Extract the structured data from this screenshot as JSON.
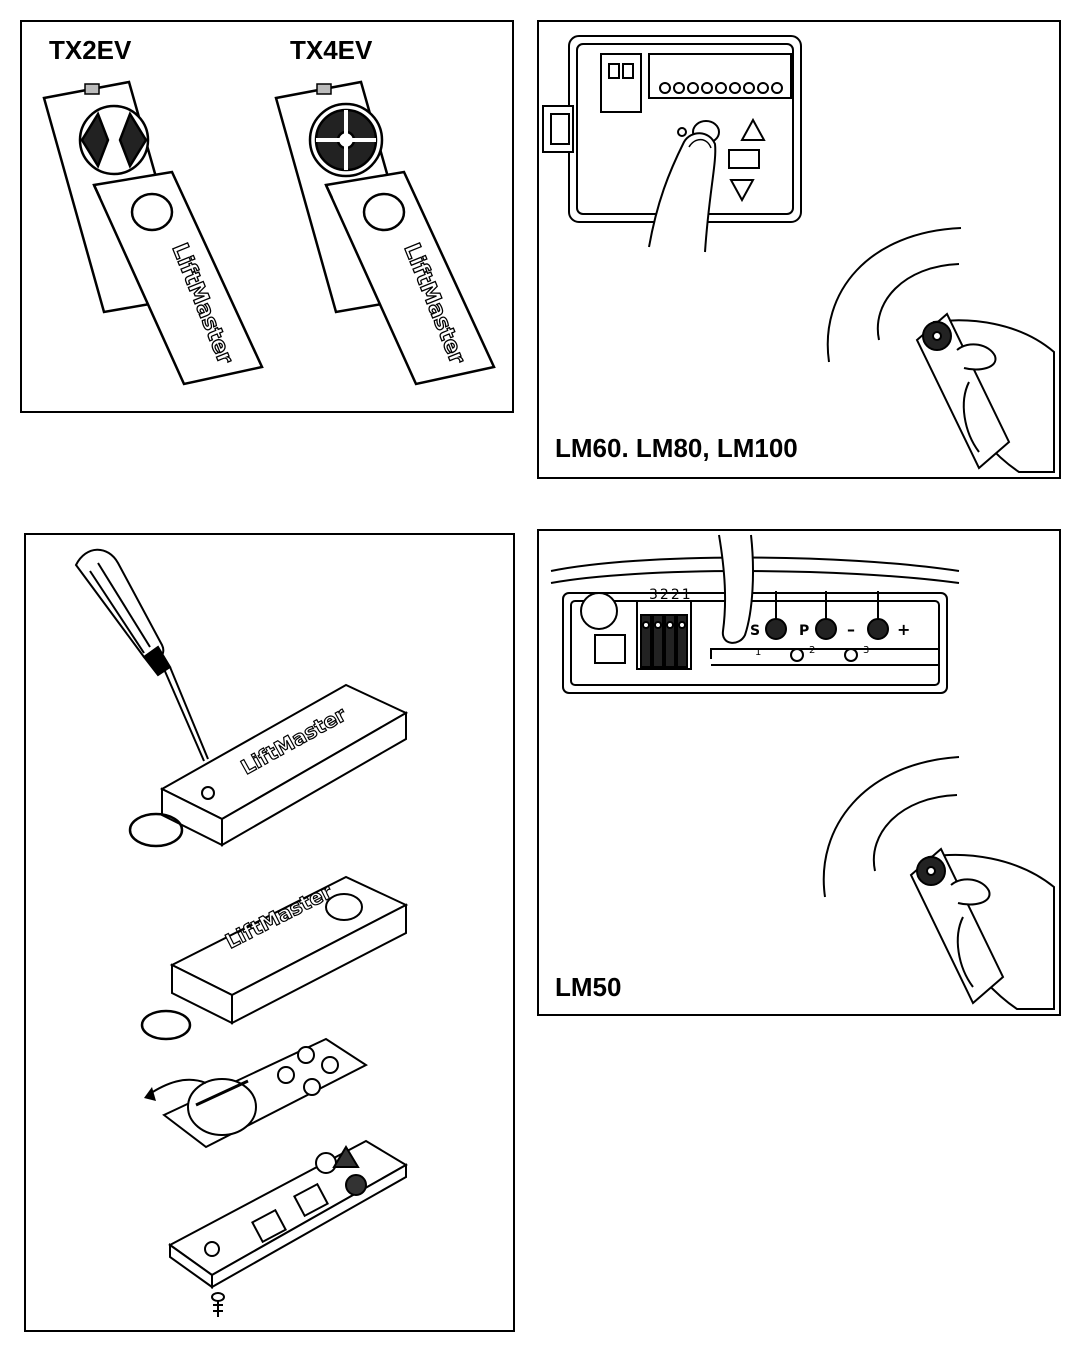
{
  "panel1": {
    "model_left": "TX2EV",
    "model_right": "TX4EV",
    "brand": "LiftMaster"
  },
  "panel2": {
    "label": "LM60. LM80, LM100"
  },
  "panel3": {
    "brand": "LiftMaster"
  },
  "panel4": {
    "label": "LM50",
    "terminal_numbers": "3221",
    "button_s": "S",
    "button_p": "P",
    "sign_minus": "–",
    "sign_plus": "+",
    "led_1": "1",
    "led_2": "2",
    "led_3": "3"
  },
  "icons": [
    "remote-transmitter-icon",
    "screwdriver-icon",
    "finger-icon",
    "hand-icon",
    "signal-wave-icon",
    "battery-icon",
    "screw-icon",
    "keyring-icon"
  ]
}
